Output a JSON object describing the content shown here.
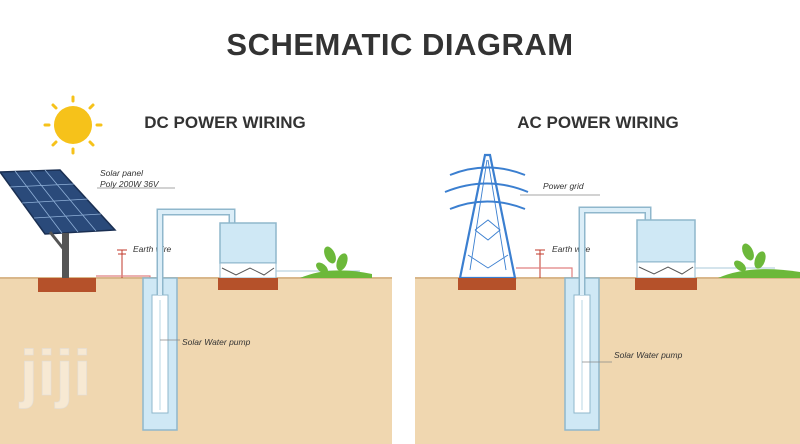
{
  "title": "SCHEMATIC DIAGRAM",
  "panels": {
    "dc": {
      "heading": "DC POWER WIRING",
      "solar_panel_label": "Solar panel",
      "solar_panel_spec": "Poly 200W 36V",
      "earth_wire_label": "Earth wire",
      "pump_label": "Solar Water pump"
    },
    "ac": {
      "heading": "AC POWER WIRING",
      "power_grid_label": "Power grid",
      "earth_wire_label": "Earth wire",
      "pump_label": "Solar Water pump"
    }
  },
  "watermark": "jiji",
  "colors": {
    "ground": "#f0d7b0",
    "ground_edge": "#d9b78a",
    "pier": "#b5512a",
    "water": "#cfe8f5",
    "pipe": "#dceef8",
    "pipe_edge": "#8fb7cc",
    "tower": "#3b7fd0",
    "sun": "#f6c21a",
    "panel": "#2a4a7a",
    "plant": "#6cb83a"
  }
}
